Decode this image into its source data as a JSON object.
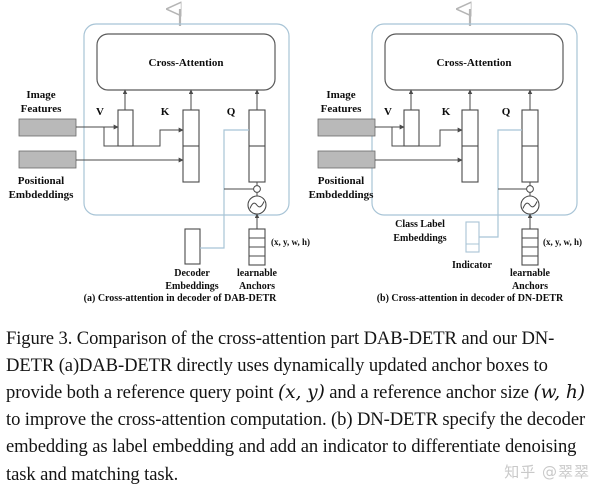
{
  "figure": {
    "panels": [
      {
        "id": "a",
        "cross_attention_label": "Cross-Attention",
        "qkv": {
          "v": "V",
          "k": "K",
          "q": "Q"
        },
        "image_features_label_line1": "Image",
        "image_features_label_line2": "Features",
        "positional_label_line1": "Positional",
        "positional_label_line2": "Embdeddings",
        "decoder_label_line1": "Decoder",
        "decoder_label_line2": "Embeddings",
        "anchors_label_line1": "learnable",
        "anchors_label_line2": "Anchors",
        "anchor_coords": "(x, y, w, h)",
        "subcaption": "(a) Cross-attention in decoder of  DAB-DETR"
      },
      {
        "id": "b",
        "cross_attention_label": "Cross-Attention",
        "qkv": {
          "v": "V",
          "k": "K",
          "q": "Q"
        },
        "image_features_label_line1": "Image",
        "image_features_label_line2": "Features",
        "positional_label_line1": "Positional",
        "positional_label_line2": "Embdeddings",
        "class_label_line1": "Class Label",
        "class_label_line2": "Embeddings",
        "indicator_label": "Indicator",
        "anchors_label_line1": "learnable",
        "anchors_label_line2": "Anchors",
        "anchor_coords": "(x, y, w, h)",
        "subcaption": "(b) Cross-attention in decoder of  DN-DETR"
      }
    ],
    "colors": {
      "panel_border": "#a8c4d6",
      "box_stroke": "#4a4a4a",
      "gray_fill": "#b9b9b9",
      "blue_line": "#a8c4d6",
      "text": "#0d0d0d"
    }
  },
  "caption": {
    "part1": "Figure 3. Comparison of the cross-attention part DAB-DETR and our DN-DETR (a)DAB-DETR directly uses dynamically updated anchor boxes to provide both a reference query point ",
    "math1": "(x, y)",
    "part2": " and a reference anchor size ",
    "math2": "(w, h)",
    "part3": " to improve the cross-attention computation.  (b) DN-DETR specify the decoder embedding as label embedding and add an indicator to differentiate denoising task and matching task."
  },
  "watermark": {
    "text": "知乎 @翠翠"
  }
}
